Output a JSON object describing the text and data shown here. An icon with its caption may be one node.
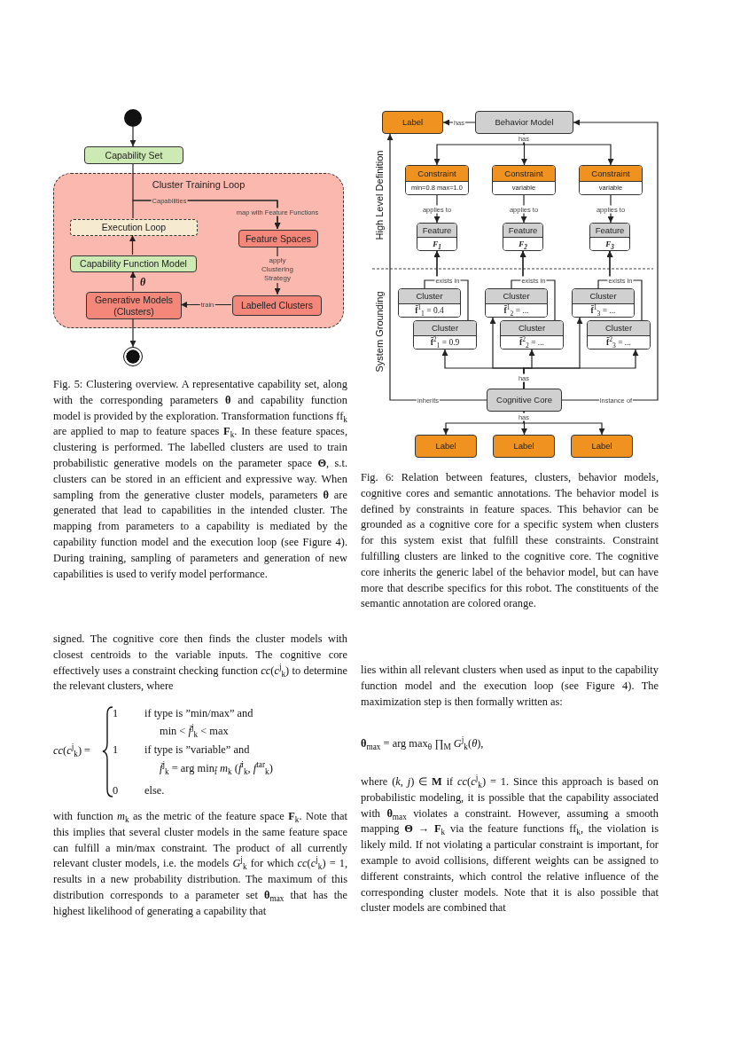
{
  "diagram": {
    "nodes": [
      {
        "text": [],
        "shape": "circle"
      },
      {
        "text": [
          "Capability Set"
        ]
      },
      {
        "text": [
          "Cluster Training Loop"
        ]
      },
      {
        "text": [
          "Execution Loop"
        ],
        "in": 2
      },
      {
        "text": [
          "Feature Spaces"
        ],
        "in": 2
      },
      {
        "text": [
          "Capability Function Model"
        ],
        "in": 2
      },
      {
        "text": [
          "Generative Models (Clusters)"
        ],
        "in": 2
      },
      {
        "text": [
          "Labelled Clusters"
        ],
        "in": 2
      },
      {
        "text": [],
        "shape": "circle"
      },
      {
        "text": [
          "Label"
        ]
      },
      {
        "text": [
          "Behavior Model"
        ]
      },
      {
        "text": [
          "Constraint",
          "min=0.8 max=1.0"
        ]
      },
      {
        "text": [
          "Constraint",
          "variable"
        ]
      },
      {
        "text": [
          "Constraint",
          "variable"
        ]
      },
      {
        "text": [
          "Feature",
          "F$_{1}$"
        ]
      },
      {
        "text": [
          "Feature",
          "F$_{2}$"
        ]
      },
      {
        "text": [
          "Feature",
          "F$_{3}$"
        ]
      },
      {
        "text": [
          "Cluster",
          "**f̄**$^{1}$$_{1}$ = 0.4"
        ]
      },
      {
        "text": [
          "Cluster",
          "**f̄**$^{2}$$_{1}$ = 0.9"
        ]
      },
      {
        "text": [
          "Cluster",
          "**f̄**$^{1}$$_{2}$ = ..."
        ]
      },
      {
        "text": [
          "Cluster",
          "**f̄**$^{2}$$_{2}$ = ..."
        ]
      },
      {
        "text": [
          "Cluster",
          "**f̄**$^{1}$$_{3}$ = ..."
        ]
      },
      {
        "text": [
          "Cluster",
          "**f̄**$^{2}$$_{3}$ = ..."
        ]
      },
      {
        "text": [
          "Cognitive Core"
        ]
      },
      {
        "text": [
          "Label"
        ]
      },
      {
        "text": [
          "Label"
        ]
      },
      {
        "text": [
          "Label"
        ]
      }
    ],
    "edges": [
      {
        "from": 0,
        "to": 1,
        "arrow": "to"
      },
      {
        "from": 1,
        "to": 4,
        "arrow": "to",
        "label": "Capabilities"
      },
      {
        "from": 3,
        "to": 4,
        "arrow": "to",
        "label": "map with Feature Functions"
      },
      {
        "from": 4,
        "to": 7,
        "arrow": "to",
        "label": "apply Clustering Strategy"
      },
      {
        "from": 7,
        "to": 6,
        "arrow": "to",
        "label": "train"
      },
      {
        "from": 6,
        "to": 5,
        "arrow": "to",
        "label": "θ"
      },
      {
        "from": 5,
        "to": 3,
        "arrow": "to"
      },
      {
        "from": 6,
        "to": 8,
        "arrow": "to"
      },
      {
        "from": 10,
        "to": 9,
        "arrow": "to",
        "label": "has"
      },
      {
        "from": 10,
        "to": 11,
        "arrow": "to"
      },
      {
        "from": 10,
        "to": 12,
        "arrow": "to",
        "label": "has"
      },
      {
        "from": 10,
        "to": 13,
        "arrow": "to"
      },
      {
        "from": 11,
        "to": 14,
        "arrow": "to",
        "label": "applies to"
      },
      {
        "from": 12,
        "to": 15,
        "arrow": "to",
        "label": "applies to"
      },
      {
        "from": 13,
        "to": 16,
        "arrow": "to",
        "label": "applies to"
      },
      {
        "from": 17,
        "to": 14,
        "arrow": "to",
        "label": "exists in"
      },
      {
        "from": 18,
        "to": 14,
        "arrow": "to"
      },
      {
        "from": 19,
        "to": 15,
        "arrow": "to",
        "label": "exists in"
      },
      {
        "from": 20,
        "to": 15,
        "arrow": "to"
      },
      {
        "from": 21,
        "to": 16,
        "arrow": "to",
        "label": "exists in"
      },
      {
        "from": 22,
        "to": 16,
        "arrow": "to"
      },
      {
        "from": 23,
        "to": 18,
        "arrow": "to"
      },
      {
        "from": 23,
        "to": 19,
        "arrow": "to"
      },
      {
        "from": 23,
        "to": 20,
        "arrow": "to",
        "label": "has"
      },
      {
        "from": 23,
        "to": 21,
        "arrow": "to"
      },
      {
        "from": 23,
        "to": 22,
        "arrow": "to"
      },
      {
        "from": 23,
        "to": 9,
        "arrow": "to",
        "label": "inherits"
      },
      {
        "from": 23,
        "to": 10,
        "arrow": "to",
        "label": "instance of"
      },
      {
        "from": 23,
        "to": 24,
        "arrow": "to"
      },
      {
        "from": 23,
        "to": 25,
        "arrow": "to",
        "label": "has"
      },
      {
        "from": 23,
        "to": 26,
        "arrow": "to"
      }
    ],
    "labels": [
      "Fig. 5: Clustering overview. A representative capability set, along with the corresponding parameters **θ** and capability function model is provided by the exploration. Transformation functions ff$_{k}$ are applied to map to feature spaces **F**$_{k}$. In these feature spaces, clustering is performed. The labelled clusters are used to train probabilistic generative models on the parameter space **Θ**, s.t. clusters can be stored in an efficient and expressive way. When sampling from the generative cluster models, parameters **θ** are generated that lead to capabilities in the intended cluster. The mapping from parameters to a capability is mediated by the capability function model and the execution loop (see Figure 4). During training, sampling of parameters and generation of new capabilities is used to verify model performance.",
      "signed. The cognitive core then finds the cluster models with closest centroids to the variable inputs. The cognitive core effectively uses a constraint checking function *cc*(*c*$^{j}$$_{k}$) to determine the relevant clusters, where",
      "*cc*(*c*$^{j}$$_{k}$) =",
      "1",
      "if type is ”min/max” and",
      "min < *f̄*$^{j}$$_{k}$ < max",
      "1",
      "if type is ”variable” and",
      "*f̄*$^{j}$$_{k}$ = arg min$_{f̄}$ *m*$_{k}$ (*f̄*$^{i}$$_{k}$, *f*$^{tar}$$_{k}$)",
      "0",
      "else.",
      "with function *m*$_{k}$ as the metric of the feature space **F**$_{k}$. Note that this implies that several cluster models in the same feature space can fulfill a min/max constraint. The product of all currently relevant cluster models, i.e. the models *G*$^{j}$$_{k}$ for which *cc*(*c*$^{j}$$_{k}$) = 1, results in a new probability distribution. The maximum of this distribution corresponds to a parameter set **θ**$_{max}$ that has the highest likelihood of generating a capability that",
      "High Level Definition",
      "System Grounding",
      "Fig. 6: Relation between features, clusters, behavior models, cognitive cores and semantic annotations. The behavior model is defined by constraints in feature spaces. This behavior can be grounded as a cognitive core for a specific system when clusters for this system exist that fulfill these constraints. Constraint fulfilling clusters are linked to the cognitive core. The cognitive core inherits the generic label of the behavior model, but can have more that describe specifics for this robot. The constituents of the semantic annotation are colored orange.",
      "lies within all relevant clusters when used as input to the capability function model and the execution loop (see Figure 4). The maximization step is then formally written as:",
      "**θ**$_{max}$ = arg max$_{θ}$ ∏$_{M}$ *G*$^{j}$$_{k}$(*θ*),",
      "where (*k*, *j*) ∈ **M** if *cc*(*c*$^{j}$$_{k}$) = 1. Since this approach is based on probabilistic modeling, it is possible that the capability associated with **θ**$_{max}$ violates a constraint. However, assuming a smooth mapping **Θ** → **F**$_{k}$ via the feature functions ff$_{k}$, the violation is likely mild. If not violating a particular constraint is important, for example to avoid collisions, different weights can be assigned to different constraints, which control the relative influence of the corresponding cluster models. Note that it is also possible that cluster models are combined that"
    ]
  }
}
